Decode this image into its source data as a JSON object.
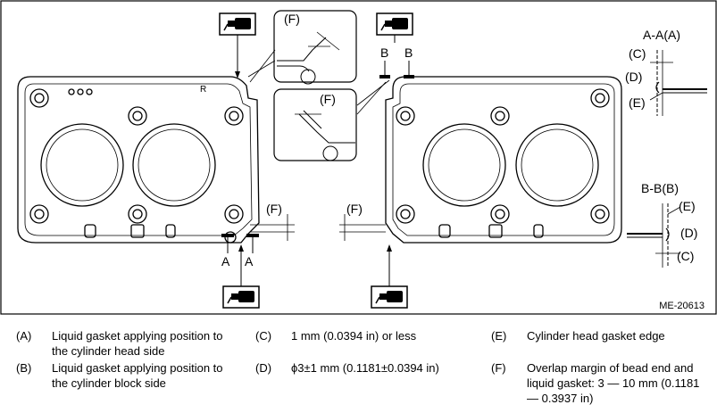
{
  "figure": {
    "id": "ME-20613",
    "section_a": "A-A(A)",
    "section_b": "B-B(B)",
    "labels": {
      "A": "A",
      "B": "B",
      "C": "(C)",
      "D": "(D)",
      "E": "(E)",
      "F": "(F)",
      "R": "R"
    }
  },
  "legend": [
    {
      "key": "(A)",
      "text": "Liquid gasket applying position to the cylinder head side"
    },
    {
      "key": "(B)",
      "text": "Liquid gasket applying position to the cylinder block side"
    },
    {
      "key": "(C)",
      "text": "1 mm (0.0394 in) or less"
    },
    {
      "key": "(D)",
      "text": "ϕ3±1 mm (0.1181±0.0394 in)"
    },
    {
      "key": "(E)",
      "text": "Cylinder head gasket edge"
    },
    {
      "key": "(F)",
      "text": "Overlap margin of bead end and liquid gasket: 3 — 10 mm (0.1181 — 0.3937 in)"
    }
  ]
}
